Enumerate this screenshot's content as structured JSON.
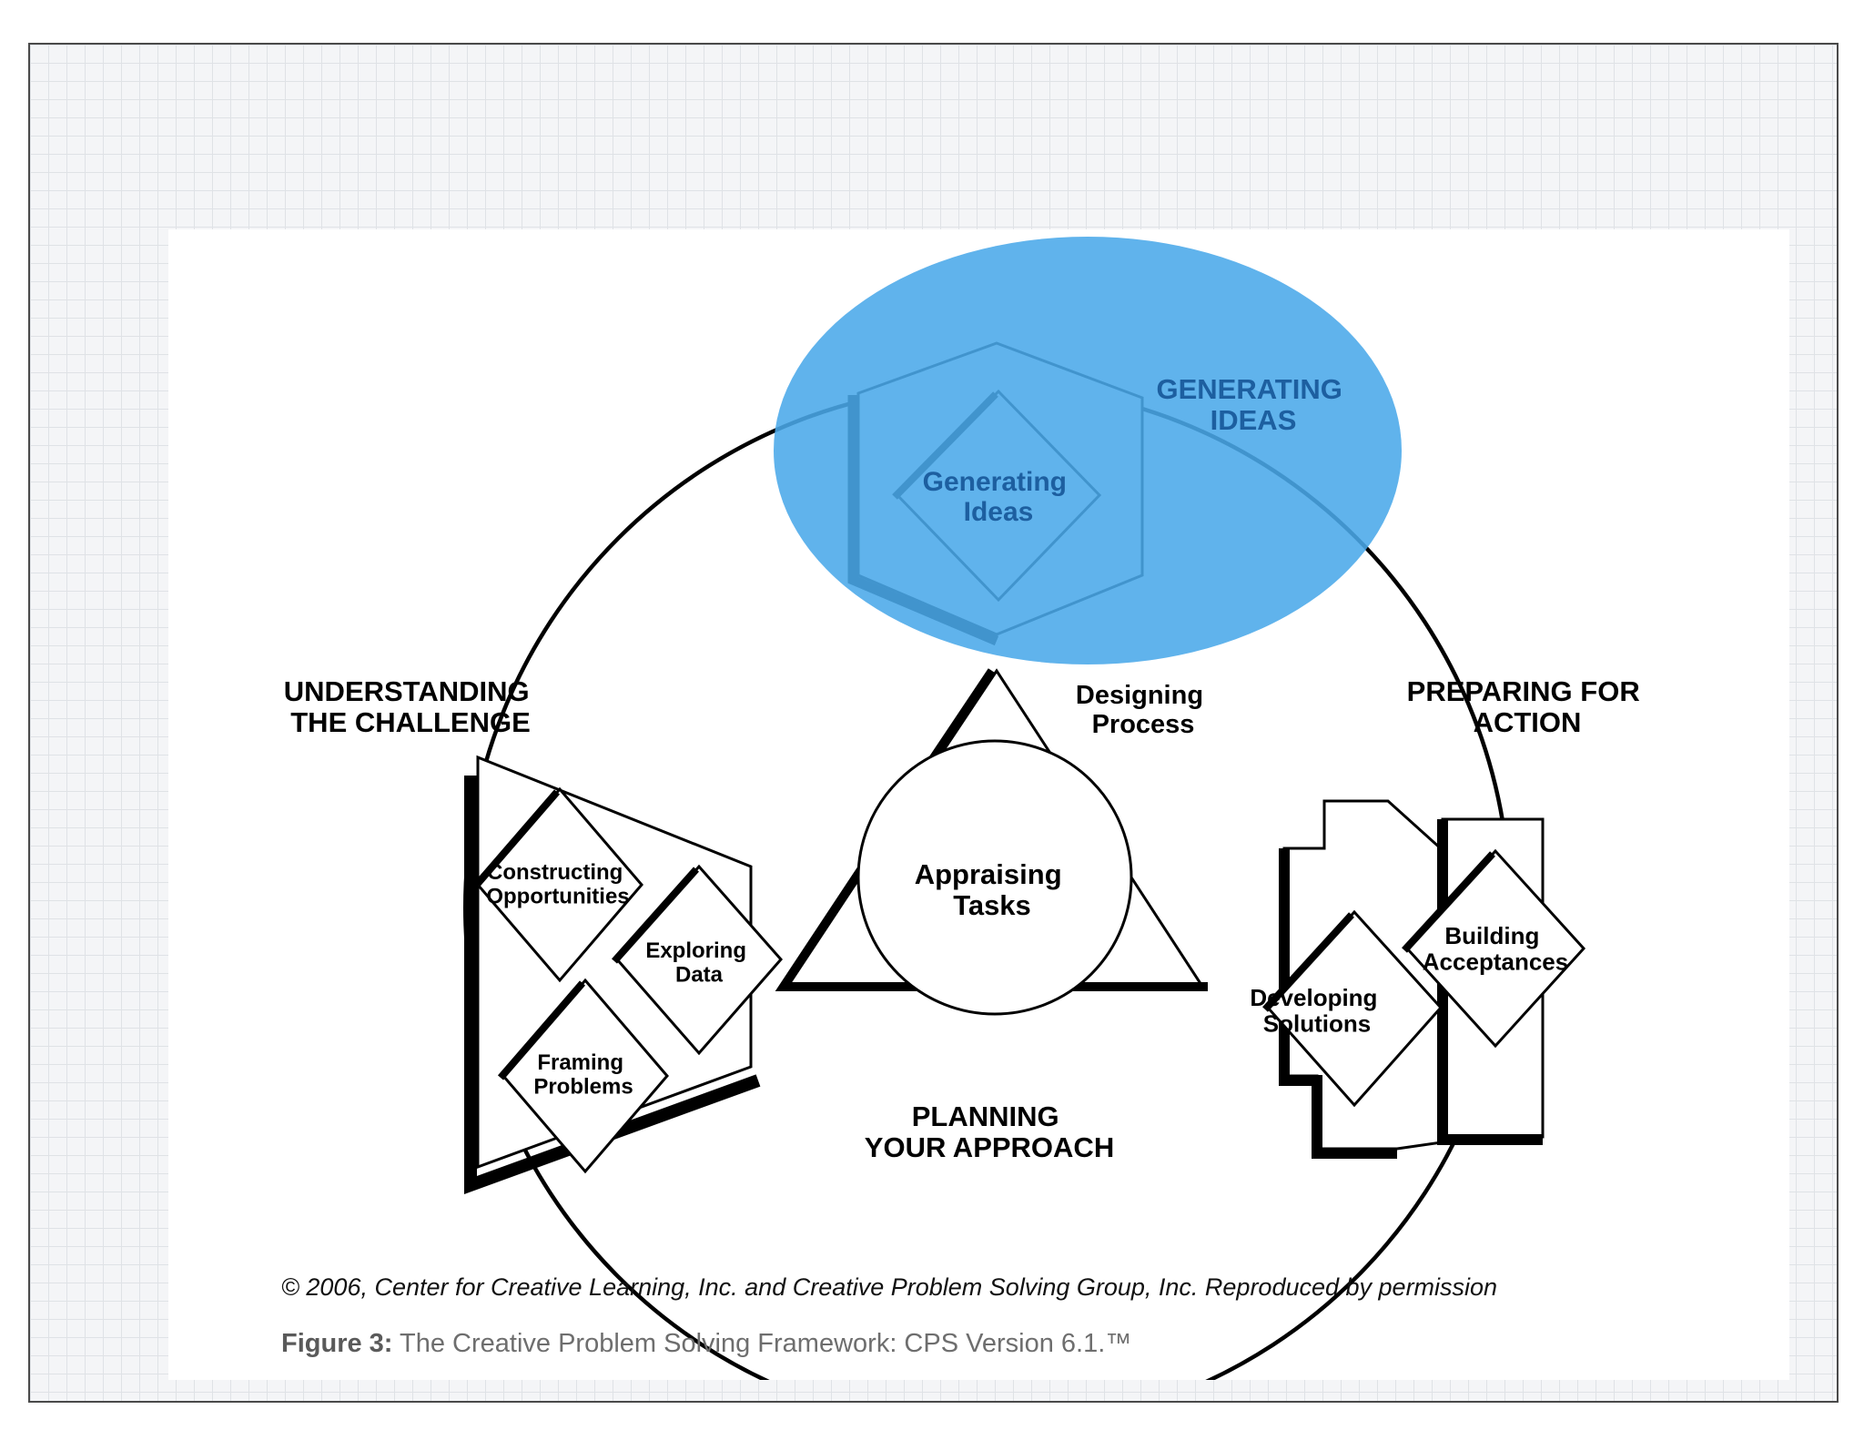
{
  "diagram": {
    "sections": {
      "generating_ideas": "GENERATING IDEAS",
      "understanding": "UNDERSTANDING THE CHALLENGE",
      "preparing": "PREPARING FOR ACTION",
      "planning": "PLANNING YOUR APPROACH"
    },
    "stages": {
      "generating_ideas": "Generating Ideas",
      "constructing": "Constructing Opportunities",
      "exploring": "Exploring Data",
      "framing": "Framing Problems",
      "developing": "Developing Solutions",
      "building": "Building Acceptances",
      "appraising": "Appraising Tasks",
      "designing": "Designing Process"
    },
    "highlight_color": "#4aa9e9"
  },
  "footer": {
    "copyright": "© 2006, Center for Creative Learning, Inc. and Creative Problem Solving Group, Inc. Reproduced by permission",
    "figure_label": "Figure 3:",
    "figure_caption": "The Creative Problem Solving Framework: CPS Version 6.1.™"
  }
}
